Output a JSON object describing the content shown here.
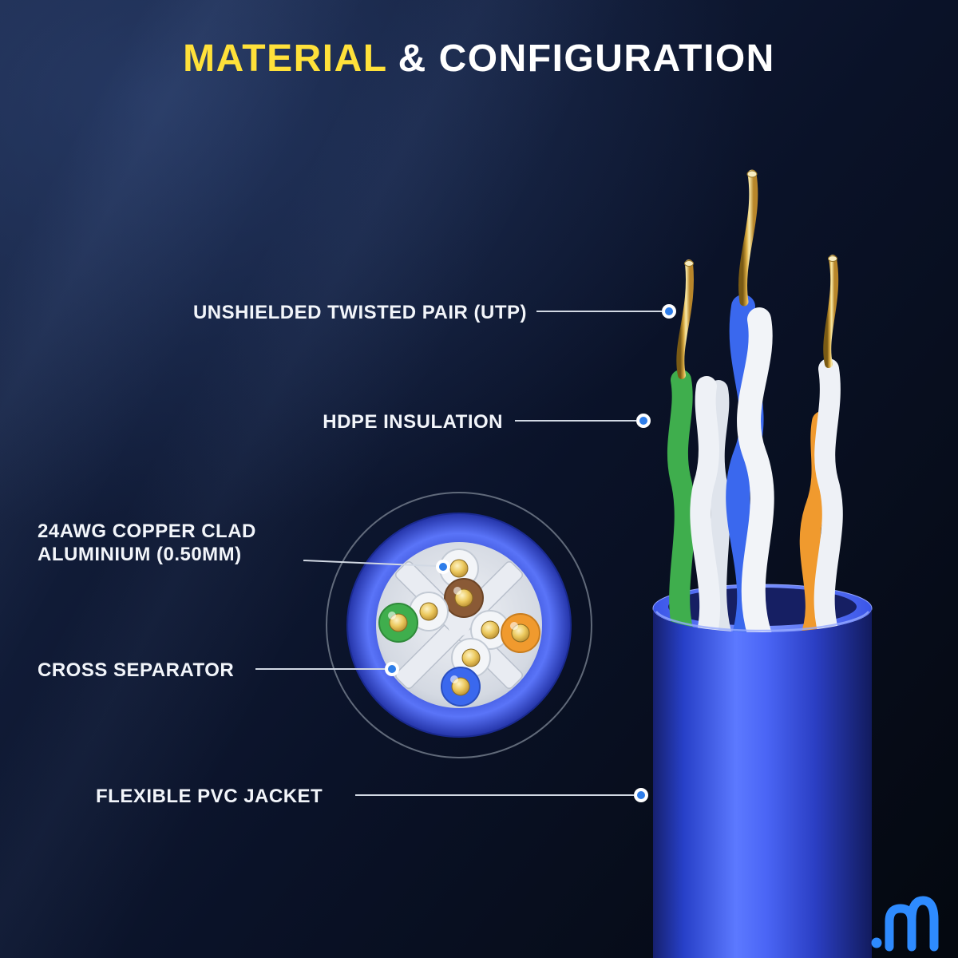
{
  "title": {
    "highlight": "MATERIAL",
    "rest": "& CONFIGURATION"
  },
  "labels": {
    "utp": "UNSHIELDED TWISTED PAIR (UTP)",
    "hdpe": "HDPE INSULATION",
    "copper_line1": "24AWG COPPER CLAD",
    "copper_line2": "ALUMINIUM (0.50MM)",
    "cross_separator": "CROSS SEPARATOR",
    "pvc_jacket": "FLEXIBLE PVC JACKET"
  },
  "colors": {
    "accent_yellow": "#FFE13A",
    "pvc_jacket_blue": "#3A55E8",
    "wire_blue": "#3A68EE",
    "wire_green": "#3FAE4D",
    "wire_orange": "#F09A2E",
    "wire_brown": "#8A5A36",
    "wire_white": "#F2F4F8",
    "copper_gold": "#E0B44C",
    "background_navy": "#0A1228",
    "callout_dot_blue": "#2E7DE9"
  },
  "icons": {
    "brand_logo": "m-wave-brand-logo"
  }
}
